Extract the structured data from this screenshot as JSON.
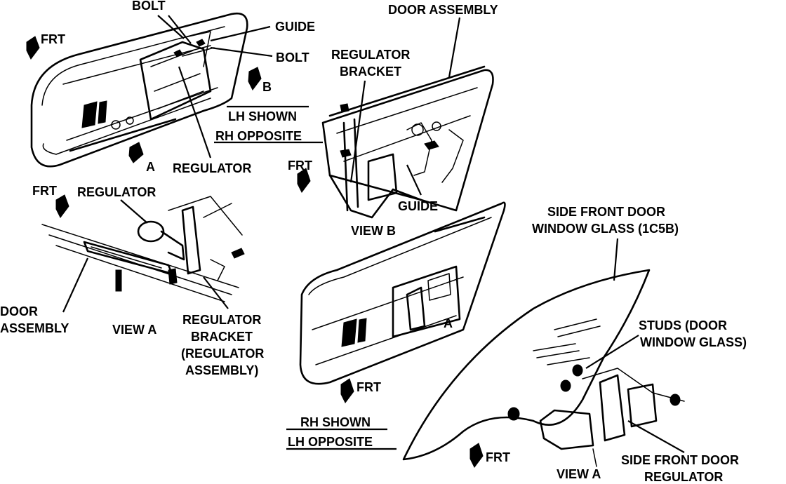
{
  "labels": {
    "bolt_top": "BOLT",
    "frt_1": "FRT",
    "guide_1": "GUIDE",
    "bolt_2": "BOLT",
    "b_marker": "B",
    "a_marker_1": "A",
    "regulator_1": "REGULATOR",
    "door_assembly_top": "DOOR ASSEMBLY",
    "regulator_bracket_1": [
      "REGULATOR",
      "BRACKET"
    ],
    "lh_shown_rh_opposite": [
      "LH SHOWN",
      "RH OPPOSITE"
    ],
    "frt_2": "FRT",
    "guide_2": "GUIDE",
    "view_b": "VIEW B",
    "frt_3": "FRT",
    "regulator_2": "REGULATOR",
    "door_assembly_left": [
      "DOOR",
      "ASSEMBLY"
    ],
    "view_a_1": "VIEW A",
    "regulator_bracket_2": [
      "REGULATOR",
      "BRACKET",
      "(REGULATOR",
      "ASSEMBLY)"
    ],
    "side_front_door_window_glass": [
      "SIDE FRONT DOOR",
      "WINDOW GLASS (1C5B)"
    ],
    "a_marker_2": "A",
    "studs": [
      "STUDS (DOOR",
      "WINDOW GLASS)"
    ],
    "frt_4": "FRT",
    "rh_shown_lh_opposite": [
      "RH SHOWN",
      "LH OPPOSITE"
    ],
    "frt_5": "FRT",
    "view_a_2": "VIEW A",
    "side_front_door_regulator": [
      "SIDE FRONT DOOR",
      "REGULATOR"
    ]
  }
}
